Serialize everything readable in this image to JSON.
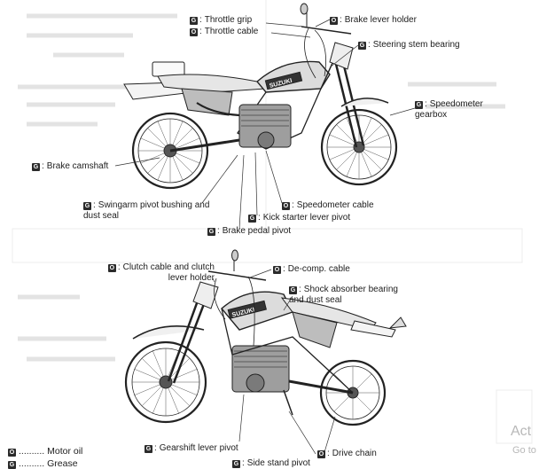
{
  "legend": {
    "oil_badge": "O",
    "oil_label": "Motor oil",
    "grease_badge": "G",
    "grease_label": "Grease",
    "dots": ".........."
  },
  "top_labels": [
    {
      "badge": "G",
      "text": "Throttle grip"
    },
    {
      "badge": "O",
      "text": "Throttle cable"
    },
    {
      "badge": "O",
      "text": "Brake lever holder"
    },
    {
      "badge": "G",
      "text": "Steering stem bearing"
    },
    {
      "badge": "G",
      "text": "Speedometer gearbox"
    },
    {
      "badge": "G",
      "text": "Brake camshaft"
    },
    {
      "badge": "G",
      "text": "Swingarm pivot bushing and dust seal"
    },
    {
      "badge": "O",
      "text": "Speedometer cable"
    },
    {
      "badge": "G",
      "text": "Kick starter lever pivot"
    },
    {
      "badge": "G",
      "text": "Brake pedal pivot"
    }
  ],
  "bottom_labels": [
    {
      "badge": "O",
      "text": "Clutch cable and clutch lever holder"
    },
    {
      "badge": "O",
      "text": "De-comp. cable"
    },
    {
      "badge": "G",
      "text": "Shock absorber bearing and dust seal"
    },
    {
      "badge": "G",
      "text": "Gearshift lever pivot"
    },
    {
      "badge": "O",
      "text": "Drive chain"
    },
    {
      "badge": "G",
      "text": "Side stand pivot"
    }
  ],
  "brand_text": "SUZUKI",
  "watermark": {
    "line1": "Act",
    "line2": "Go to"
  }
}
